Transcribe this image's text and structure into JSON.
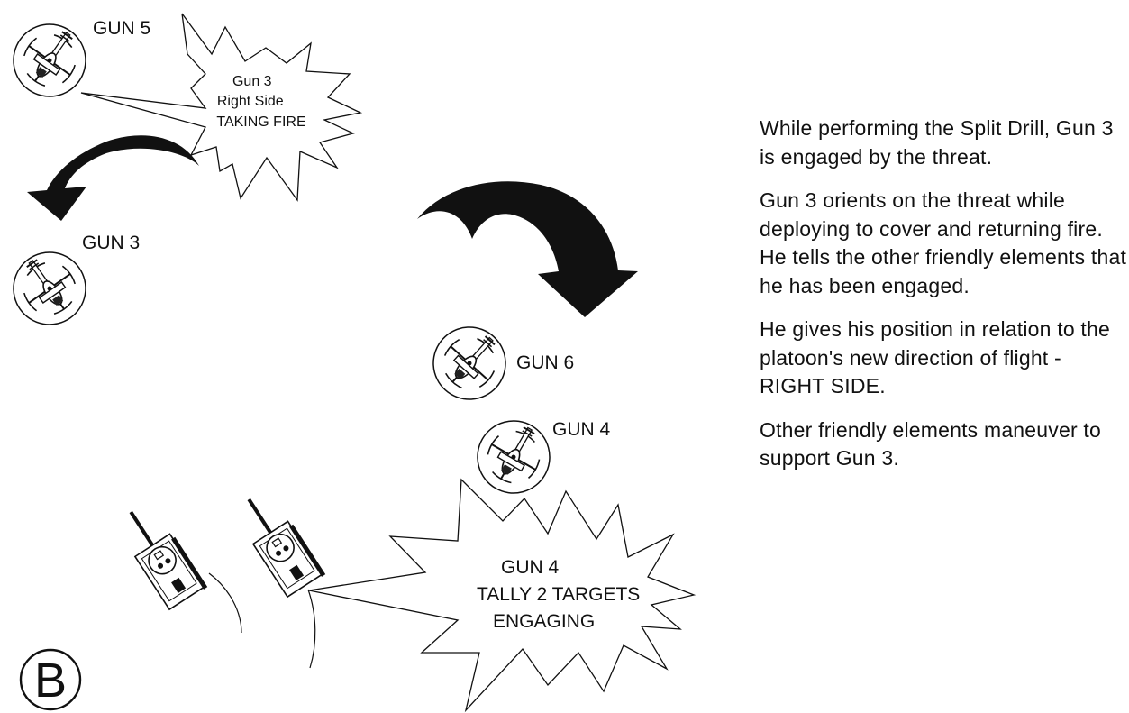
{
  "helicopters": [
    {
      "label": "GUN 5"
    },
    {
      "label": "GUN 3"
    },
    {
      "label": "GUN 6"
    },
    {
      "label": "GUN 4"
    }
  ],
  "bursts": [
    {
      "lines": [
        "Gun 3",
        "Right Side",
        "TAKING FIRE"
      ]
    },
    {
      "lines": [
        "GUN 4",
        "TALLY 2 TARGETS",
        "ENGAGING"
      ]
    }
  ],
  "panel_marker": "B",
  "narrative": [
    "While performing the Split Drill, Gun 3 is engaged by the threat.",
    "Gun 3 orients on the threat while deploying to cover and returning fire.  He tells the other friendly elements that he has been engaged.",
    "He gives his position in relation to the platoon's new direction of flight - RIGHT SIDE.",
    "Other friendly elements maneuver to support Gun 3."
  ]
}
